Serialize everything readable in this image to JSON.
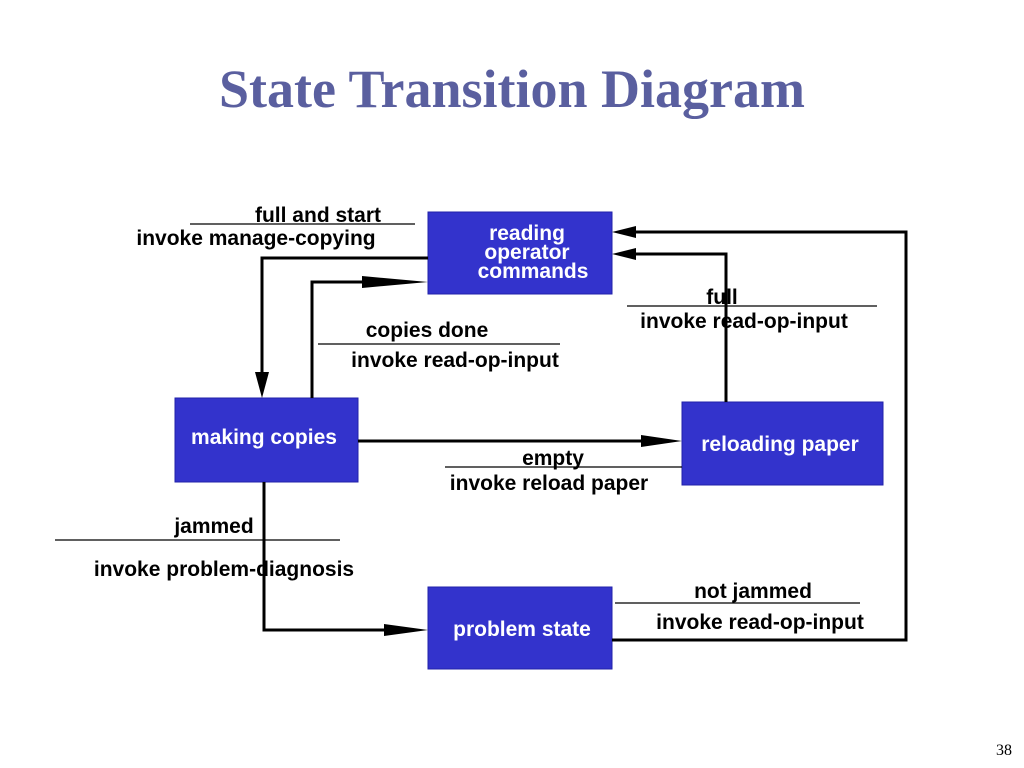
{
  "title": "State Transition Diagram",
  "page_number": "38",
  "states": {
    "reading": [
      "reading",
      "operator",
      "commands"
    ],
    "making": "making copies",
    "reloading": "reloading paper",
    "problem": "problem state"
  },
  "transitions": {
    "full_and_start": {
      "condition": "full and start",
      "action": "invoke manage-copying"
    },
    "copies_done": {
      "condition": "copies done",
      "action": "invoke read-op-input"
    },
    "full": {
      "condition": "full",
      "action": "invoke read-op-input"
    },
    "empty": {
      "condition": "empty",
      "action": "invoke reload paper"
    },
    "jammed": {
      "condition": "jammed",
      "action": "invoke problem-diagnosis"
    },
    "not_jammed": {
      "condition": "not jammed",
      "action": "invoke read-op-input"
    }
  },
  "colors": {
    "title": "#5a5f9f",
    "state_fill": "#3333cc",
    "state_text": "#ffffff"
  }
}
